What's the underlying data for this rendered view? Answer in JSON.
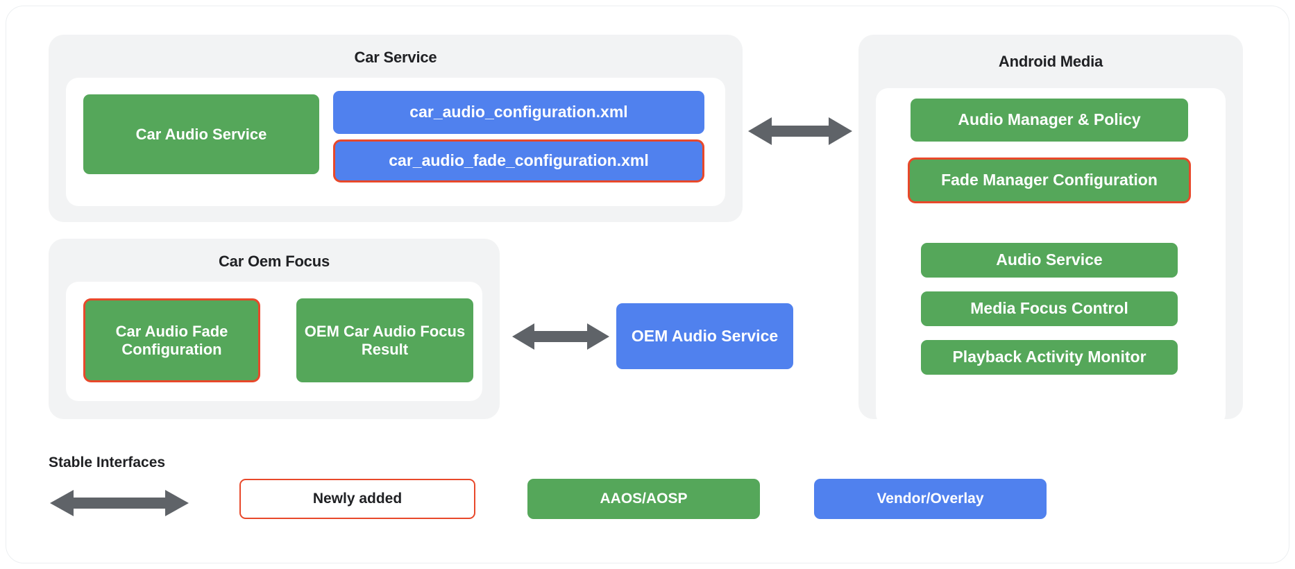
{
  "diagram": {
    "groups": [
      {
        "id": "car-service",
        "title": "Car Service",
        "nodes": [
          {
            "id": "car-audio-service",
            "label": "Car Audio Service",
            "color": "green",
            "highlight": false
          },
          {
            "id": "car-audio-configuration-xml",
            "label": "car_audio_configuration.xml",
            "color": "blue",
            "highlight": false
          },
          {
            "id": "car-audio-fade-configuration-xml",
            "label": "car_audio_fade_configuration.xml",
            "color": "blue",
            "highlight": true
          }
        ]
      },
      {
        "id": "car-oem-focus",
        "title": "Car Oem Focus",
        "nodes": [
          {
            "id": "car-audio-fade-configuration",
            "label": "Car Audio Fade Configuration",
            "color": "green",
            "highlight": true
          },
          {
            "id": "oem-car-audio-focus-result",
            "label": "OEM Car Audio Focus Result",
            "color": "green",
            "highlight": false
          }
        ]
      },
      {
        "id": "android-media",
        "title": "Android Media",
        "nodes": [
          {
            "id": "audio-manager-and-policy",
            "label": "Audio Manager & Policy",
            "color": "green",
            "highlight": false
          },
          {
            "id": "fade-manager-configuration",
            "label": "Fade Manager Configuration",
            "color": "green",
            "highlight": true
          },
          {
            "id": "audio-service",
            "label": "Audio Service",
            "color": "green",
            "highlight": false
          },
          {
            "id": "media-focus-control",
            "label": "Media Focus Control",
            "color": "green",
            "highlight": false
          },
          {
            "id": "playback-activity-monitor",
            "label": "Playback Activity Monitor",
            "color": "green",
            "highlight": false
          }
        ]
      }
    ],
    "standalone_nodes": [
      {
        "id": "oem-audio-service",
        "label": "OEM Audio Service",
        "color": "blue",
        "highlight": false
      }
    ],
    "connectors": [
      {
        "id": "car-service-to-android-media",
        "type": "double-arrow"
      },
      {
        "id": "car-oem-focus-to-oem-audio-service",
        "type": "double-arrow"
      }
    ]
  },
  "legend": {
    "title": "Stable Interfaces",
    "arrow_name": "double-arrow",
    "items": [
      {
        "id": "newly-added",
        "label": "Newly added",
        "style": "outlined"
      },
      {
        "id": "aaos-aosp",
        "label": "AAOS/AOSP",
        "style": "green"
      },
      {
        "id": "vendor-overlay",
        "label": "Vendor/Overlay",
        "style": "blue"
      }
    ]
  },
  "colors": {
    "green": "#55a75a",
    "blue": "#5081ee",
    "highlight_red": "#e8482a",
    "arrow_gray": "#5f6368",
    "panel_gray": "#f2f3f4",
    "text_dark": "#202124",
    "white": "#ffffff"
  }
}
